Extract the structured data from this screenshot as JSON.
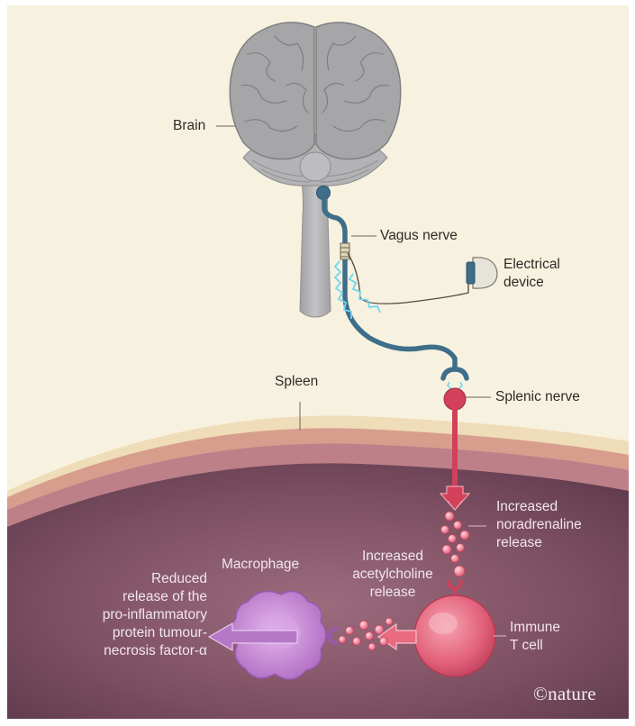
{
  "labels": {
    "brain": "Brain",
    "vagus_nerve": "Vagus nerve",
    "electrical_device_1": "Electrical",
    "electrical_device_2": "device",
    "spleen": "Spleen",
    "splenic_nerve": "Splenic nerve",
    "noradrenaline_1": "Increased",
    "noradrenaline_2": "noradrenaline",
    "noradrenaline_3": "release",
    "acetylcholine_1": "Increased",
    "acetylcholine_2": "acetylcholine",
    "acetylcholine_3": "release",
    "macrophage": "Macrophage",
    "reduced_1": "Reduced",
    "reduced_2": "release of the",
    "reduced_3": "pro-inflammatory",
    "reduced_4": "protein tumour-",
    "reduced_5": "necrosis factor-α",
    "tcell_1": "Immune",
    "tcell_2": "T cell"
  },
  "logo": "©nature",
  "colors": {
    "background": "#f7f1df",
    "tissue": "#8a5a6c",
    "brain": "#a9a9ab",
    "nerve_vagus": "#3f6f8a",
    "nerve_splenic": "#c73a52",
    "macrophage": "#c98ad6",
    "tcell": "#e86b80",
    "signal": "#6fd7f0"
  }
}
